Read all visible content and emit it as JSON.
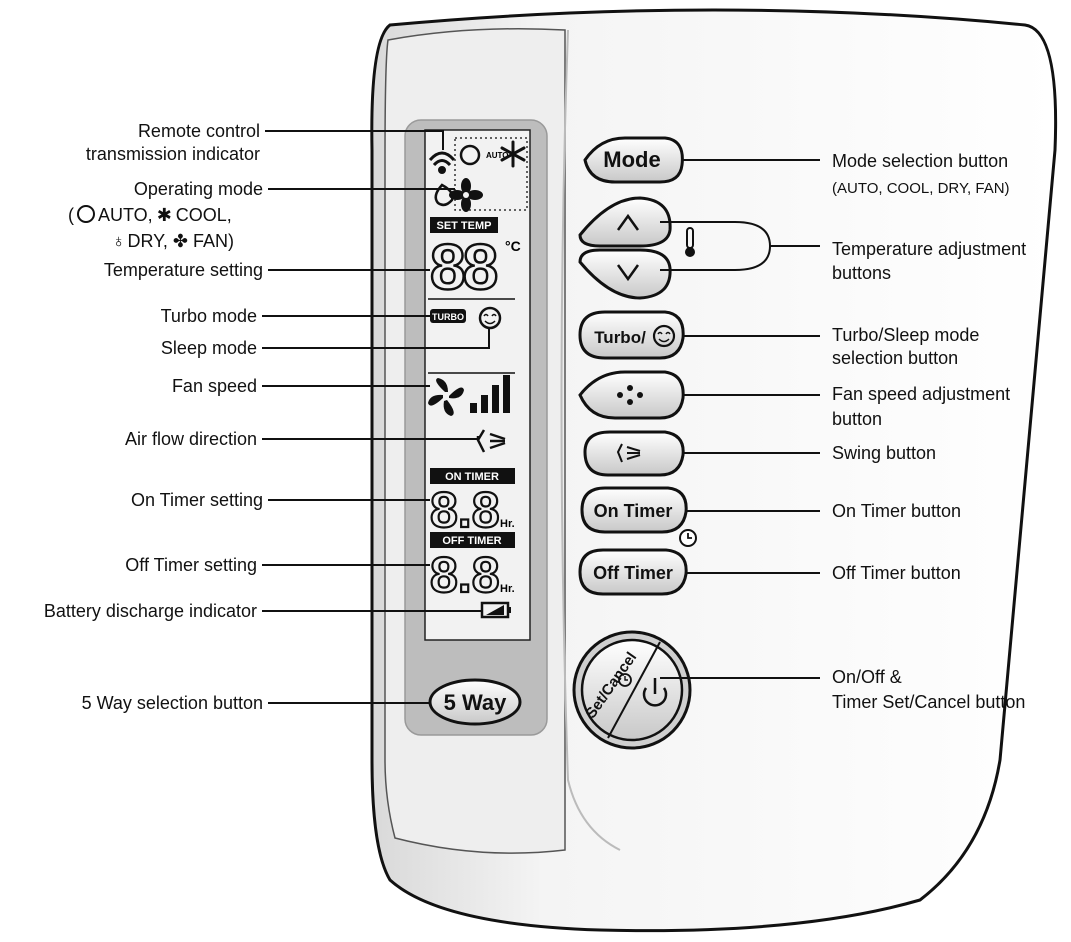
{
  "left_labels": {
    "remote_transmission_1": "Remote control",
    "remote_transmission_2": "transmission indicator",
    "operating_mode_1": "Operating mode",
    "operating_mode_2a": "AUTO,",
    "operating_mode_2b": "COOL,",
    "operating_mode_3a": "DRY,",
    "operating_mode_3b": "FAN)",
    "temperature_setting": "Temperature setting",
    "turbo_mode": "Turbo mode",
    "sleep_mode": "Sleep mode",
    "fan_speed": "Fan speed",
    "air_flow_direction": "Air flow direction",
    "on_timer_setting": "On Timer setting",
    "off_timer_setting": "Off Timer setting",
    "battery_discharge": "Battery discharge indicator",
    "five_way_selection": "5 Way selection button"
  },
  "right_labels": {
    "mode_selection_1": "Mode selection button",
    "mode_selection_2": "(AUTO, COOL, DRY, FAN)",
    "temp_adjust_1": "Temperature adjustment",
    "temp_adjust_2": "buttons",
    "turbo_sleep_1": "Turbo/Sleep mode",
    "turbo_sleep_2": "selection button",
    "fan_speed_adjust_1": "Fan speed adjustment",
    "fan_speed_adjust_2": "button",
    "swing_button": "Swing button",
    "on_timer_button": "On Timer button",
    "off_timer_button": "Off Timer button",
    "onoff_1": "On/Off &",
    "onoff_2": "Timer Set/Cancel button"
  },
  "lcd": {
    "auto_badge": "AUTO",
    "set_temp": "SET TEMP",
    "temp_digits": "88",
    "celsius": "°C",
    "turbo_badge": "TURBO",
    "on_timer": "ON TIMER",
    "off_timer": "OFF TIMER",
    "timer_digits": "8.8",
    "hr": "Hr."
  },
  "buttons": {
    "mode": "Mode",
    "turbo": "Turbo/",
    "on_timer": "On Timer",
    "off_timer": "Off Timer",
    "set_cancel": "Set/Cancel",
    "five_way": "5 Way"
  },
  "icons": {
    "transmission": "signal-waves-icon",
    "auto": "auto-mode-icon",
    "cool": "snowflake-icon",
    "dry": "droplet-icon",
    "fan": "fan-icon",
    "sleep": "sleep-face-icon",
    "swing": "swing-icon",
    "thermometer": "thermometer-icon",
    "clock": "clock-icon",
    "power": "power-icon",
    "battery": "battery-icon"
  }
}
